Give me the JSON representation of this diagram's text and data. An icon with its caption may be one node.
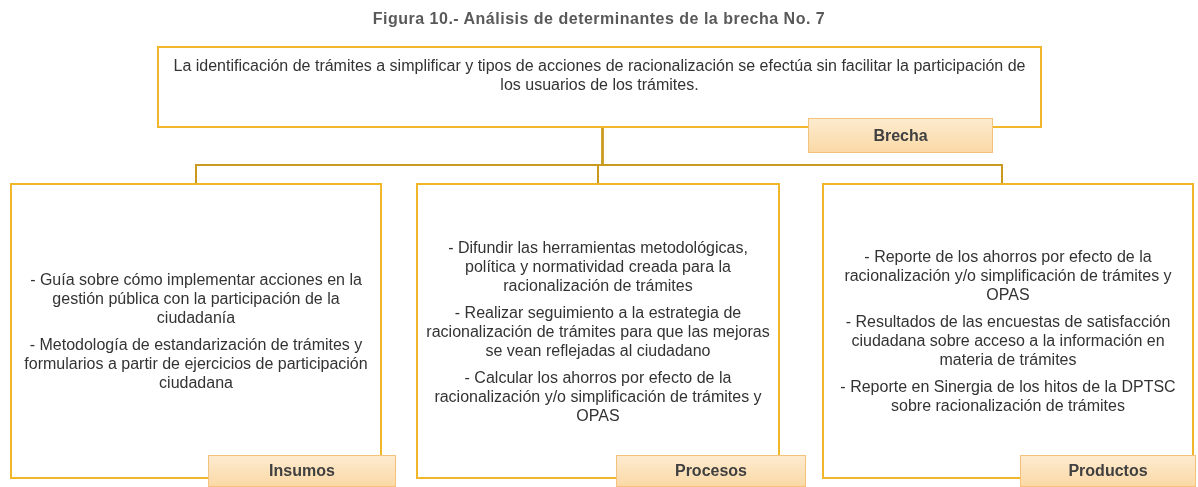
{
  "diagram": {
    "title": "Figura 10.- Análisis de determinantes de la brecha No. 7",
    "nodes": [
      {
        "text": [
          "La identificación de trámites a simplificar y tipos de acciones de racionalización se efectúa sin facilitar la participación de los usuarios de los trámites."
        ]
      },
      {
        "text": [
          "Brecha"
        ]
      },
      {
        "text": [
          "- Guía sobre cómo implementar acciones en la gestión pública con la participación de la ciudadanía",
          "- Metodología de estandarización de trámites y formularios a partir de ejercicios de participación ciudadana"
        ]
      },
      {
        "text": [
          "Insumos"
        ]
      },
      {
        "text": [
          "- Difundir las herramientas metodológicas, política y normatividad creada para la racionalización de trámites",
          "- Realizar seguimiento a la estrategia de racionalización de trámites para que las mejoras se vean reflejadas al ciudadano",
          "- Calcular los ahorros por efecto de la racionalización y/o simplificación de trámites y OPAS"
        ]
      },
      {
        "text": [
          "Procesos"
        ]
      },
      {
        "text": [
          "- Reporte de los ahorros por efecto de la racionalización y/o simplificación de trámites y OPAS",
          "- Resultados de las encuestas de satisfacción ciudadana sobre acceso a la información en materia de trámites",
          "- Reporte en Sinergia de los hitos de la DPTSC sobre racionalización de trámites"
        ]
      },
      {
        "text": [
          "Productos"
        ]
      }
    ],
    "edges": [
      {
        "from": 0,
        "to": 2,
        "arrow": "none"
      },
      {
        "from": 0,
        "to": 4,
        "arrow": "none"
      },
      {
        "from": 0,
        "to": 6,
        "arrow": "none"
      }
    ]
  }
}
